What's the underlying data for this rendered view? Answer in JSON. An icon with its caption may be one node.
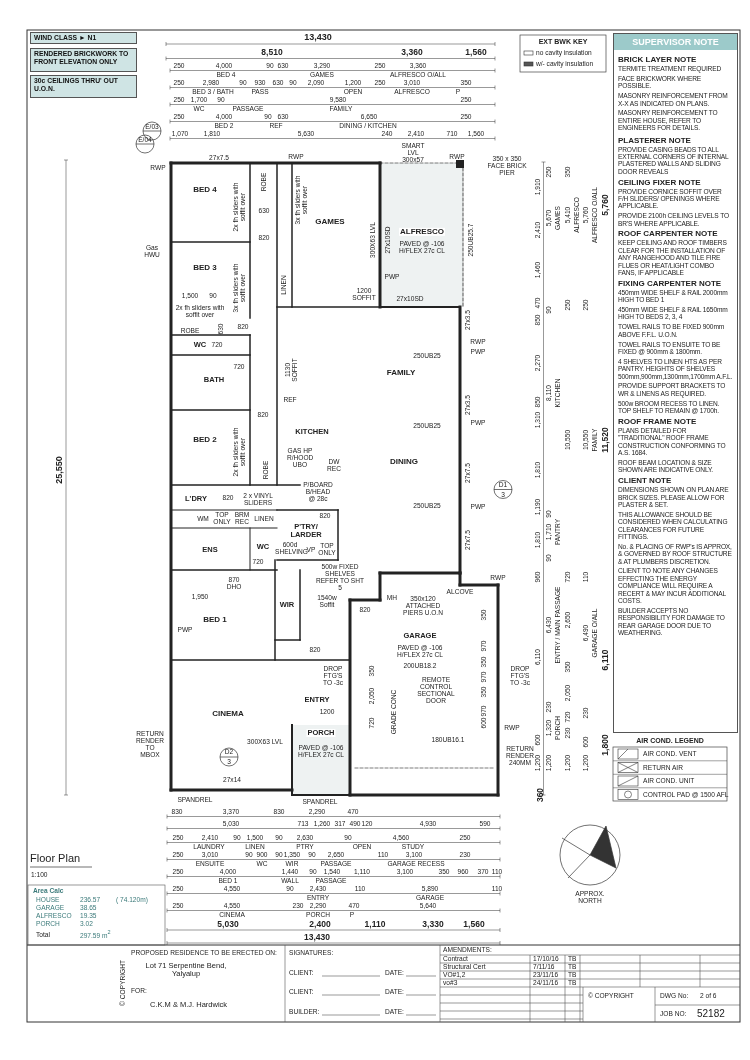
{
  "diagram": {
    "title": "Floor Plan",
    "nodes": [
      {
        "text": [
          "WIND CLASS ► N1"
        ]
      },
      {
        "text": [
          "RENDERED BRICKWORK TO FRONT ELEVATION ONLY"
        ]
      },
      {
        "text": [
          "30c CEILINGS THRU' OUT U.O.N."
        ]
      },
      {
        "text": [
          "SUPERVISOR NOTE"
        ]
      },
      {
        "text": [
          "BRICK LAYER NOTE",
          "TERMITE TREATMENT REQUIRED",
          "FACE BRICKWORK WHERE POSSIBLE.",
          "MASONRY REINFORCEMENT FROM X-X AS INDICATED ON PLANS.",
          "MASONRY REINFORCEMENT TO ENTIRE HOUSE, REFER TO ENGINEERS FOR DETAILS."
        ],
        "in": 3
      },
      {
        "text": [
          "PLASTERER NOTE",
          "PROVIDE CASING BEADS TO ALL EXTERNAL CORNERS OF INTERNAL PLASTERED WALLS AND SLIDING DOOR REVEALS"
        ],
        "in": 3
      },
      {
        "text": [
          "CEILING FIXER NOTE",
          "PROVIDE CORNICE SOFFIT OVER F/H SLIDERS/ OPENINGS WHERE APPLICABLE.",
          "PROVIDE 2100h CEILING LEVELS TO BR'S WHERE APPLICABLE."
        ],
        "in": 3
      },
      {
        "text": [
          "ROOF CARPENTER NOTE",
          "KEEP CEILING AND ROOF TIMBERS CLEAR FOR THE INSTALLATION OF ANY RANGEHOOD AND TILE FIRE FLUES OR HEAT/LIGHT COMBO FANS, IF APPLICABLE"
        ],
        "in": 3
      },
      {
        "text": [
          "FIXING CARPENTER NOTE",
          "450mm WIDE SHELF & RAIL 2000mm HIGH TO BED 1",
          "450mm WIDE SHELF & RAIL 1650mm HIGH TO BEDS 2, 3, 4",
          "TOWEL RAILS TO BE FIXED 900mm ABOVE F.F.L. U.O.N.",
          "TOWEL RAILS TO ENSUITE TO BE FIXED @ 900mm & 1800mm.",
          "4 SHELVES TO LINEN HTS AS PER PANTRY. HEIGHTS OF SHELVES 500mm,900mm,1300mm,1700mm A.F.L.",
          "PROVIDE SUPPORT BRACKETS TO WR & LINENS AS REQUIRED.",
          "500w BROOM RECESS TO LINEN. TOP SHELF TO REMAIN @ 1700h."
        ],
        "in": 3
      },
      {
        "text": [
          "ROOF FRAME NOTE",
          "PLANS DETAILED FOR \"TRADITIONAL\" ROOF FRAME CONSTRUCTION CONFORMING TO A.S. 1684.",
          "ROOF BEAM LOCATION & SIZE SHOWN ARE INDICATIVE ONLY."
        ],
        "in": 3
      },
      {
        "text": [
          "CLIENT NOTE",
          "DIMENSIONS SHOWN ON PLAN ARE BRICK SIZES. PLEASE ALLOW FOR PLASTER & SET.",
          "THIS ALLOWANCE SHOULD BE CONSIDERED WHEN CALCULATING CLEARANCES FOR FUTURE FITTINGS.",
          "No. & PLACING OF RWP's IS APPROX, & GOVERNED BY ROOF STRUCTURE & AT PLUMBERS DISCRETION.",
          "CLIENT TO NOTE ANY CHANGES EFFECTING THE ENERGY COMPLIANCE WILL REQUIRE A RECERT & MAY INCUR ADDITIONAL COSTS.",
          "BUILDER ACCEPTS NO RESPONSIBILITY FOR DAMAGE TO REAR GARAGE DOOR DUE TO WEATHERING."
        ],
        "in": 3
      }
    ],
    "labels": [
      "E/03",
      "E/04",
      "13,430",
      "8,510",
      "3,360",
      "1,560",
      "250",
      "4,000",
      "90",
      "630",
      "3,290",
      "250",
      "3,360",
      "BED 4",
      "GAMES",
      "ALFRESCO O/ALL",
      "250",
      "2,980",
      "90",
      "930",
      "630",
      "90",
      "2,090",
      "1,200",
      "250",
      "3,010",
      "350",
      "BED 3 / BATH",
      "PASS",
      "OPEN",
      "ALFRESCO",
      "P",
      "250",
      "1,700",
      "90",
      "9,580",
      "250",
      "WC",
      "PASSAGE",
      "FAMILY",
      "250",
      "4,000",
      "90",
      "630",
      "6,650",
      "250",
      "BED 2",
      "REF",
      "DINING / KITCHEN",
      "1,070",
      "1,810",
      "5,630",
      "240",
      "2,410",
      "710",
      "1,560",
      "25,550",
      "1,910",
      "2,410",
      "1,460",
      "470",
      "850",
      "2,270",
      "850",
      "1,310",
      "1,810",
      "1,190",
      "1,810",
      "960",
      "6,110",
      "600",
      "1,200",
      "250",
      "5,670",
      "90",
      "8,110",
      "90",
      "1,710",
      "90",
      "6,430",
      "230",
      "1,320",
      "1,200",
      "GAMES",
      "KITCHEN",
      "PANTRY",
      "ENTRY / MAIN PASSAGE",
      "PORCH",
      "350",
      "5,410",
      "250",
      "10,550",
      "720",
      "2,650",
      "350",
      "2,050",
      "720",
      "230",
      "1,200",
      "ALFRESCO",
      "5,760",
      "250",
      "10,550",
      "110",
      "6,490",
      "230",
      "600",
      "1,200",
      "ALFRESCO O/ALL",
      "FAMILY",
      "GARAGE O/ALL",
      "5,760",
      "11,520",
      "6,110",
      "1,800",
      "360",
      "EXT BWK KEY",
      "AIR COND. LEGEND",
      "27x7.5",
      "RWP",
      "SMART LVL 300x57",
      "RWP",
      "350 x 350 FACE BRICK PIER",
      "RWP",
      "Gas HWU",
      "BED 4",
      "2x fh sliders with soffit over",
      "ROBE",
      "630",
      "GAMES",
      "3x fh sliders with soffit over",
      "820",
      "300X63 LVL",
      "27x10SD",
      "ALFRESCO",
      "PAVED @ -106 H/FLEX 27c CL",
      "250UB25.7",
      "3x fh sliders with soffit over",
      "LINEN",
      "BED 3",
      "PWP",
      "1,500",
      "90",
      "1200 SOFFIT",
      "27x10SD",
      "2x fh sliders with soffit over",
      "820",
      "ROBE",
      "630",
      "27x3.5",
      "RWP",
      "WC",
      "720",
      "1130 SOFFIT",
      "250UB25",
      "PWP",
      "720",
      "BATH",
      "FAMILY",
      "REF",
      "27x3.5",
      "820",
      "PWP",
      "KITCHEN",
      "250UB25",
      "BED 2",
      "GAS HP R/HOOD UBO",
      "2x fh sliders with soffit over",
      "ROBE",
      "DW REC",
      "DINING",
      "27x7.5",
      "P/BOARD B/HEAD @ 28c",
      "D1",
      "3",
      "L'DRY",
      "820",
      "2 x VINYL SLIDERS",
      "250UB25",
      "PWP",
      "WM",
      "TOP ONLY",
      "BRM REC",
      "LINEN",
      "820",
      "P'TRY/ LARDER",
      "27x7.5",
      "600d SHELVING",
      "VP",
      "TOP ONLY",
      "WC",
      "ENS",
      "720",
      "500w FIXED SHELVES REFER TO SHT 5",
      "870 DHO",
      "1,950",
      "WIR",
      "1540w Soffit",
      "820",
      "MH",
      "350x120 ATTACHED PIERS U.O.N",
      "ALCOVE",
      "RWP",
      "BED 1",
      "PWP",
      "350",
      "970",
      "350",
      "970",
      "350",
      "970",
      "600",
      "GARAGE",
      "PAVED @ -106 H/FLEX 27c CL",
      "200UB18.2",
      "820",
      "DROP FTG'S TO -3c",
      "DROP FTG'S TO -3c",
      "350",
      "2,050",
      "720",
      "REMOTE CONTROL SECTIONAL DOOR",
      "ENTRY",
      "1200",
      "GRADE CONC",
      "CINEMA",
      "PORCH",
      "PAVED @ -106 H/FLEX 27c CL",
      "180UB16.1",
      "RWP",
      "300X63 LVL",
      "RETURN RENDER TO MBOX",
      "RETURN RENDER 240MM",
      "D2",
      "3",
      "27x14",
      "SPANDREL",
      "SPANDREL",
      "830",
      "3,370",
      "830",
      "2,290",
      "470",
      "5,030",
      "713",
      "1,260",
      "317",
      "490",
      "120",
      "4,930",
      "590",
      "250",
      "2,410",
      "90",
      "1,500",
      "90",
      "2,630",
      "90",
      "4,560",
      "250",
      "LAUNDRY",
      "LINEN",
      "PTRY",
      "OPEN",
      "STUDY",
      "250",
      "3,010",
      "90",
      "900",
      "90",
      "1,350",
      "90",
      "2,650",
      "110",
      "3,100",
      "230",
      "ENSUITE",
      "WC",
      "WIR",
      "PASSAGE",
      "GARAGE RECESS",
      "250",
      "4,000",
      "1,440",
      "90",
      "1,540",
      "1,110",
      "3,100",
      "350",
      "960",
      "370",
      "110",
      "BED 1",
      "WALL",
      "PASSAGE",
      "250",
      "4,550",
      "90",
      "2,430",
      "110",
      "5,890",
      "110",
      "ENTRY",
      "GARAGE",
      "250",
      "4,550",
      "230",
      "2,290",
      "470",
      "5,640",
      "CINEMA",
      "PORCH",
      "P",
      "5,030",
      "2,400",
      "1,110",
      "3,330",
      "1,560",
      "13,430",
      "APPROX. NORTH",
      "1:100",
      "Area Calc",
      "HOUSE",
      "236.57",
      "( 74.120m)",
      "GARAGE",
      "38.65",
      "ALFRESCO",
      "19.35",
      "PORCH",
      "3.02",
      "Total",
      "297.59 m$^{2}$",
      "© COPYRIGHT",
      "PROPOSED RESIDENCE TO BE ERECTED ON:",
      "Lot 71 Serpentine Bend, Yalyalup",
      "FOR:",
      "C.K.M & M.J. Hardwick",
      "SIGNATURES:",
      "CLIENT:",
      "DATE:",
      "CLIENT:",
      "DATE:",
      "BUILDER:",
      "DATE:",
      "AMENDMENTS:",
      "Contract",
      "17/10/16",
      "TB",
      "Structural Cert",
      "7/11/16",
      "TB",
      "VO#1,2",
      "23/11/16",
      "TB",
      "vo#3",
      "24/11/16",
      "TB",
      "© COPYRIGHT",
      "DWG No:",
      "2 of 6",
      "JOB NO:",
      "52182"
    ],
    "legend": [
      {
        "text": "no cavity insulation"
      },
      {
        "text": "w/- cavity insulation"
      },
      {
        "text": "AIR COND. VENT"
      },
      {
        "text": "RETURN AIR"
      },
      {
        "text": "AIR COND. UNIT"
      },
      {
        "text": "CONTROL PAD @ 1500 AFL"
      }
    ]
  }
}
